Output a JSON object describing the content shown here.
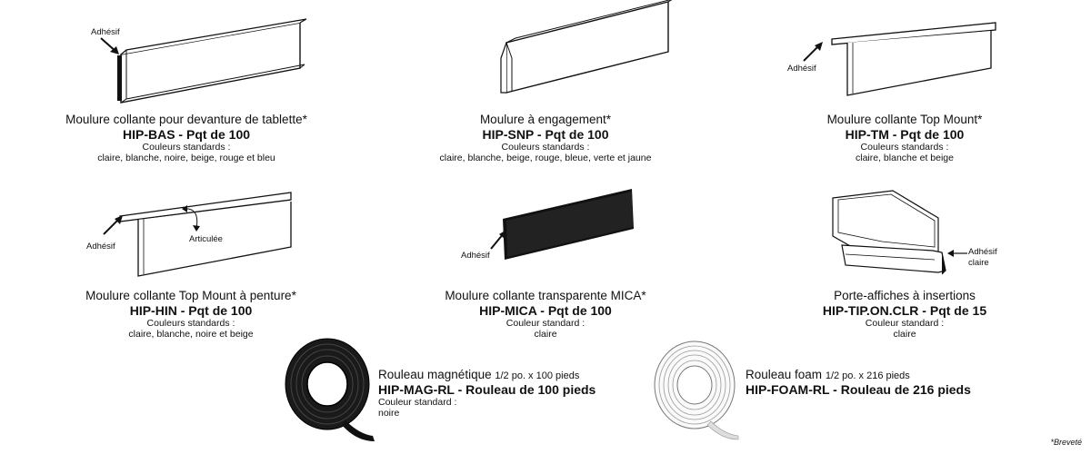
{
  "products": [
    {
      "title": "Moulure collante pour devanture de tablette*",
      "sku": "HIP-BAS - Pqt de 100",
      "colors_label": "Couleurs standards :",
      "colors": "claire, blanche, noire, beige, rouge et bleu"
    },
    {
      "title": "Moulure à engagement*",
      "sku": "HIP-SNP - Pqt de 100",
      "colors_label": "Couleurs standards :",
      "colors": "claire, blanche, beige, rouge, bleue, verte et jaune"
    },
    {
      "title": "Moulure collante Top Mount*",
      "sku": "HIP-TM - Pqt de 100",
      "colors_label": "Couleurs standards :",
      "colors": "claire, blanche et beige"
    },
    {
      "title": "Moulure collante Top Mount à penture*",
      "sku": "HIP-HIN - Pqt de 100",
      "colors_label": "Couleurs standards :",
      "colors": "claire, blanche, noire et beige"
    },
    {
      "title": "Moulure collante transparente MICA*",
      "sku": "HIP-MICA - Pqt de 100",
      "colors_label": "Couleur standard :",
      "colors": "claire"
    },
    {
      "title": "Porte-affiches à insertions",
      "sku": "HIP-TIP.ON.CLR - Pqt de 15",
      "colors_label": "Couleur standard :",
      "colors": "claire"
    }
  ],
  "rolls": [
    {
      "title": "Rouleau magnétique",
      "size": "1/2 po. x 100 pieds",
      "sku": "HIP-MAG-RL - Rouleau de 100 pieds",
      "colors_label": "Couleur standard :",
      "colors": "noire"
    },
    {
      "title": "Rouleau foam",
      "size": "1/2 po. x 216 pieds",
      "sku": "HIP-FOAM-RL - Rouleau de 216 pieds"
    }
  ],
  "labels": {
    "adhesive": "Adhésif",
    "hinged": "Articulée",
    "adhesive_clear_1": "Adhésif",
    "adhesive_clear_2": "claire"
  },
  "footnote": "*Breveté"
}
